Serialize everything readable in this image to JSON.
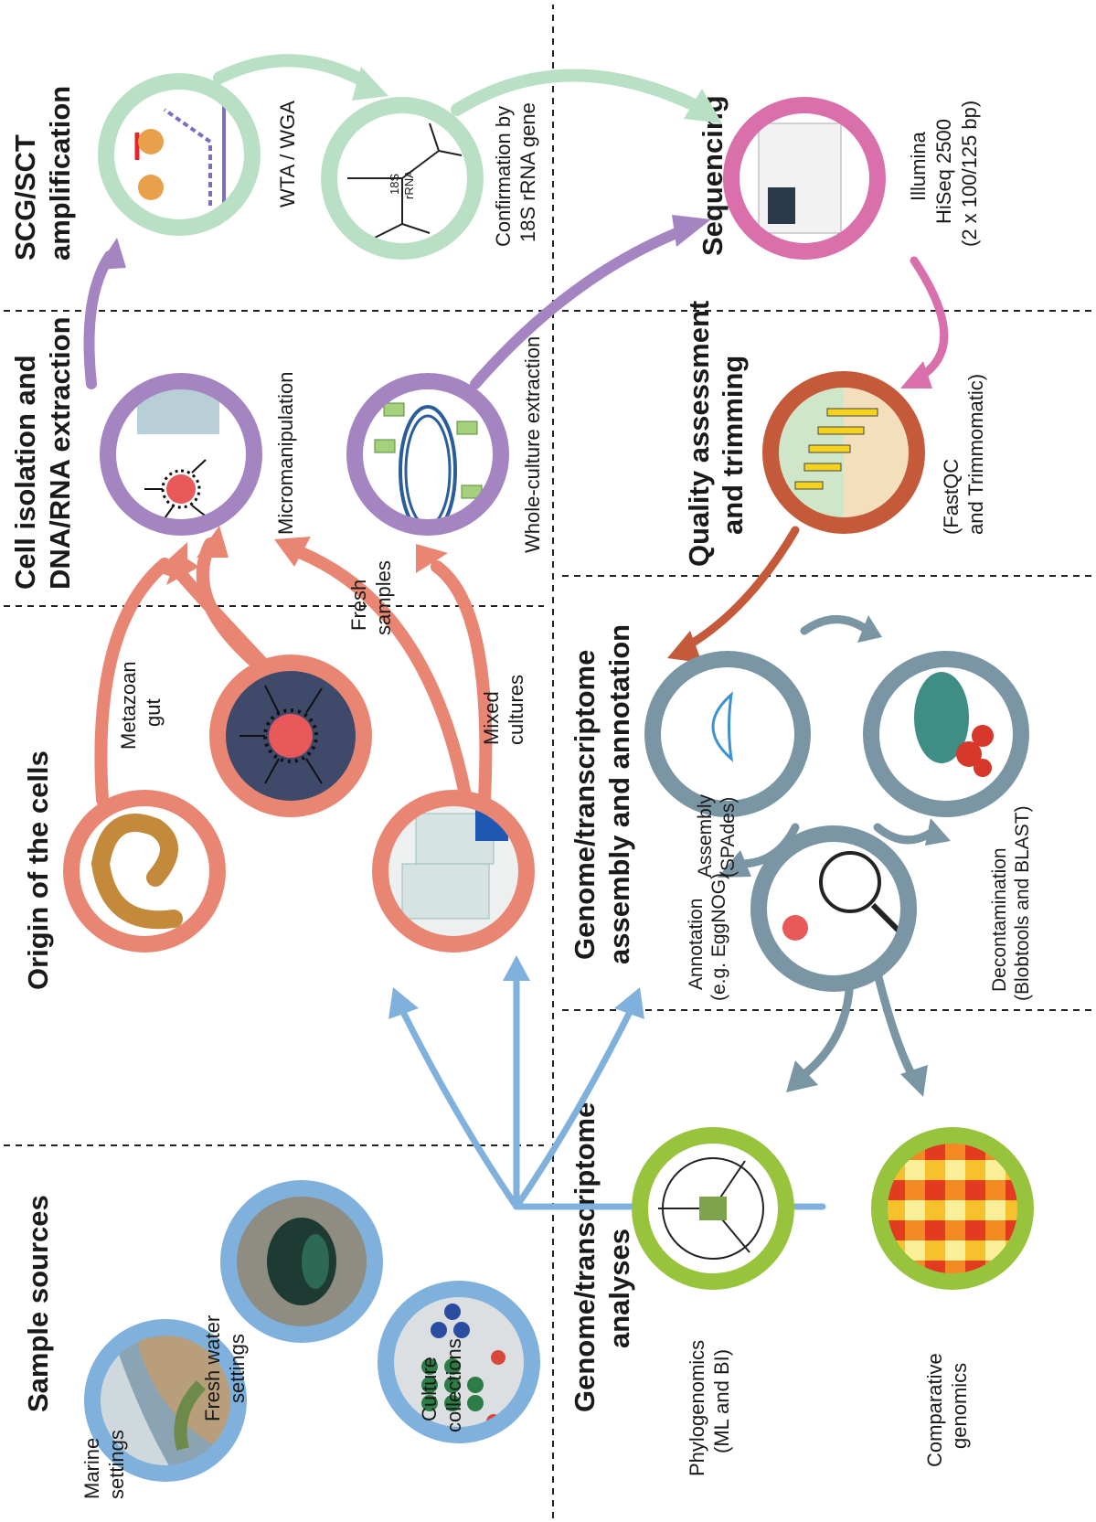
{
  "sections": {
    "sample_sources": "Sample sources",
    "origin": "Origin of the cells",
    "cell_isolation": [
      "Cell isolation and",
      "DNA/RNA extraction"
    ],
    "amplification": [
      "SCG/SCT",
      "amplification"
    ],
    "analyses": [
      "Genome/transcriptome",
      "analyses"
    ],
    "assembly": [
      "Genome/transcriptome",
      "assembly and annotation"
    ],
    "quality": [
      "Quality assessment",
      "and trimming"
    ],
    "sequencing": "Sequencing"
  },
  "labels": {
    "marine": [
      "Marine",
      "settings"
    ],
    "fresh_water": [
      "Fresh water",
      "settings"
    ],
    "culture_collections": [
      "Culture",
      "collections"
    ],
    "metazoan": [
      "Metazoan",
      "gut"
    ],
    "fresh_samples": [
      "Fresh",
      "samples"
    ],
    "mixed_cultures": [
      "Mixed",
      "cultures"
    ],
    "micromanipulation": "Micromanipulation",
    "whole_culture": "Whole-culture extraction",
    "wta_wga": "WTA / WGA",
    "confirmation": [
      "Confirmation by",
      "18S rRNA gene"
    ],
    "rrna_18s": [
      "18S",
      "rRNA"
    ],
    "illumina": [
      "Illumina",
      "HiSeq 2500",
      "(2 x 100/125 bp)"
    ],
    "fastqc": [
      "(FastQC",
      "and Trimmomatic)"
    ],
    "assembly_tool": [
      "Assembly",
      "(SPAdes)"
    ],
    "annotation_tool": [
      "Annotation",
      "(e.g. EggNOG)"
    ],
    "decontamination": [
      "Decontamination",
      "(Blobtools and BLAST)"
    ],
    "phylogenomics": [
      "Phylogenomics",
      "(ML and BI)"
    ],
    "comparative": [
      "Comparative",
      "genomics"
    ]
  },
  "colors": {
    "sources": "#7fb1dc",
    "origin": "#e98673",
    "isolation": "#a485c2",
    "amplification": "#b9e0c4",
    "sequencing": "#d970ab",
    "quality": "#c45a39",
    "assembly": "#7a95a3",
    "analyses": "#98c33c"
  }
}
